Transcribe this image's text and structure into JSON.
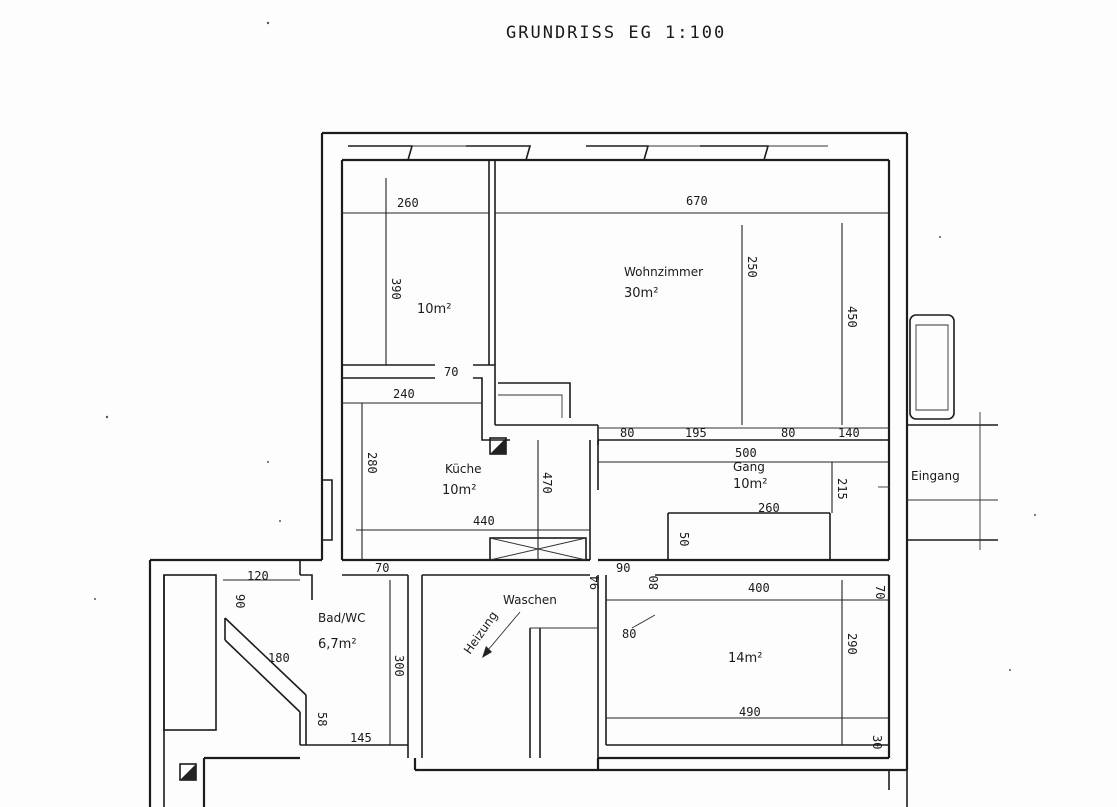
{
  "title": "GRUNDRISS EG 1:100",
  "rooms": {
    "room_nw": {
      "area": "10m²"
    },
    "wohnzimmer": {
      "name": "Wohnzimmer",
      "area": "30m²"
    },
    "kueche": {
      "name": "Küche",
      "area": "10m²"
    },
    "gang": {
      "name": "Gang",
      "area": "10m²"
    },
    "bad": {
      "name": "Bad/WC",
      "area": "6,7m²"
    },
    "room_se": {
      "area": "14m²"
    }
  },
  "dimensions": {
    "d260_top": "260",
    "d670": "670",
    "d390": "390",
    "d250": "250",
    "d450": "450",
    "d70_upper": "70",
    "d240": "240",
    "d80_a": "80",
    "d195": "195",
    "d80_b": "80",
    "d140": "140",
    "d500": "500",
    "d280": "280",
    "d470": "470",
    "d215": "215",
    "d440": "440",
    "d260_gang": "260",
    "d50": "50",
    "d70_lower": "70",
    "d90_door": "90",
    "d120": "120",
    "d90_bad": "90",
    "d180": "180",
    "d300": "300",
    "d58": "58",
    "d145": "145",
    "d400": "400",
    "d70_se": "70",
    "d80_door": "80",
    "d80_v": "80",
    "d290": "290",
    "d490": "490",
    "d30": "30",
    "d94": "94"
  },
  "labels": {
    "eingang": "Eingang",
    "waschen": "Waschen",
    "heizung": "Heizung"
  }
}
